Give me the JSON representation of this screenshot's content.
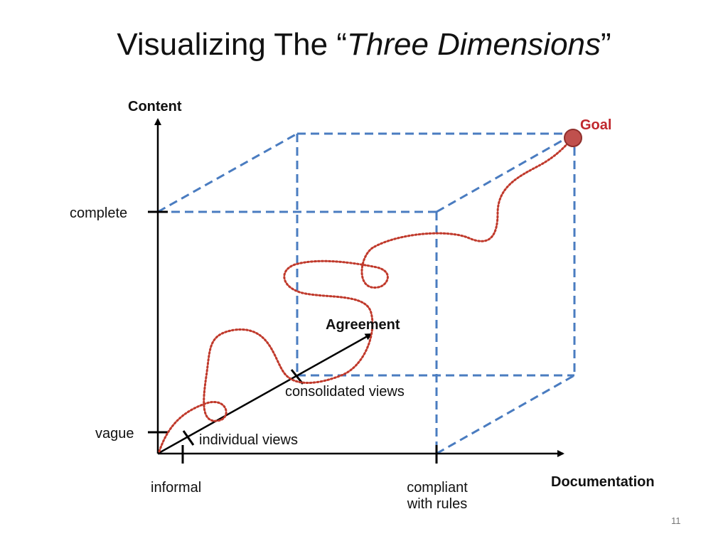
{
  "slide": {
    "title_prefix": "Visualizing The “",
    "title_emph": "Three Dimensions",
    "title_suffix": "”",
    "page_number": "11"
  },
  "axes": {
    "y_axis_label": "Content",
    "x_axis_label": "Documentation",
    "diag_axis_label": "Agreement"
  },
  "ticks": {
    "y_top": "complete",
    "y_bottom": "vague",
    "x_left": "informal",
    "x_right_line1": "compliant",
    "x_right_line2": "with rules",
    "diag_near": "individual views",
    "diag_far": "consolidated views"
  },
  "goal": {
    "label": "Goal"
  },
  "colors": {
    "cube_edges": "#4a7cc0",
    "path": "#c0392b",
    "goal_fill": "#c0504d",
    "axes": "#000000"
  }
}
